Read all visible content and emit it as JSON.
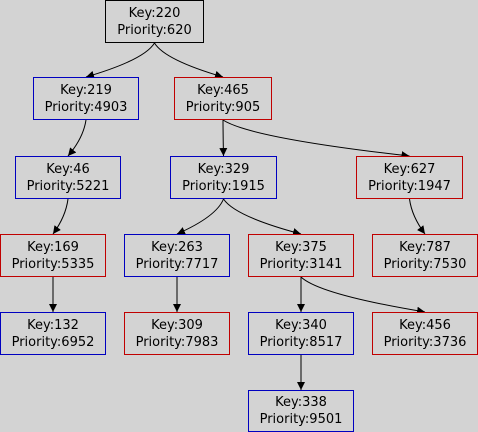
{
  "colors": {
    "background": "#d3d3d3",
    "root_border": "#000000",
    "blue_border": "#0000c0",
    "red_border": "#c00000",
    "edge": "#000000",
    "text": "#000000"
  },
  "key_prefix": "Key:",
  "priority_prefix": "Priority:",
  "nodes": {
    "n220": {
      "key": "Key:220",
      "priority": "Priority:620",
      "color": "black"
    },
    "n219": {
      "key": "Key:219",
      "priority": "Priority:4903",
      "color": "blue"
    },
    "n465": {
      "key": "Key:465",
      "priority": "Priority:905",
      "color": "red"
    },
    "n46": {
      "key": "Key:46",
      "priority": "Priority:5221",
      "color": "blue"
    },
    "n329": {
      "key": "Key:329",
      "priority": "Priority:1915",
      "color": "blue"
    },
    "n627": {
      "key": "Key:627",
      "priority": "Priority:1947",
      "color": "red"
    },
    "n169": {
      "key": "Key:169",
      "priority": "Priority:5335",
      "color": "red"
    },
    "n263": {
      "key": "Key:263",
      "priority": "Priority:7717",
      "color": "blue"
    },
    "n375": {
      "key": "Key:375",
      "priority": "Priority:3141",
      "color": "red"
    },
    "n787": {
      "key": "Key:787",
      "priority": "Priority:7530",
      "color": "red"
    },
    "n132": {
      "key": "Key:132",
      "priority": "Priority:6952",
      "color": "blue"
    },
    "n309": {
      "key": "Key:309",
      "priority": "Priority:7983",
      "color": "red"
    },
    "n340": {
      "key": "Key:340",
      "priority": "Priority:8517",
      "color": "blue"
    },
    "n456": {
      "key": "Key:456",
      "priority": "Priority:3736",
      "color": "red"
    },
    "n338": {
      "key": "Key:338",
      "priority": "Priority:9501",
      "color": "blue"
    }
  },
  "edges": [
    [
      "n220",
      "n219"
    ],
    [
      "n220",
      "n465"
    ],
    [
      "n219",
      "n46"
    ],
    [
      "n465",
      "n329"
    ],
    [
      "n465",
      "n627"
    ],
    [
      "n46",
      "n169"
    ],
    [
      "n329",
      "n263"
    ],
    [
      "n329",
      "n375"
    ],
    [
      "n627",
      "n787"
    ],
    [
      "n169",
      "n132"
    ],
    [
      "n263",
      "n309"
    ],
    [
      "n375",
      "n340"
    ],
    [
      "n375",
      "n456"
    ],
    [
      "n340",
      "n338"
    ]
  ]
}
